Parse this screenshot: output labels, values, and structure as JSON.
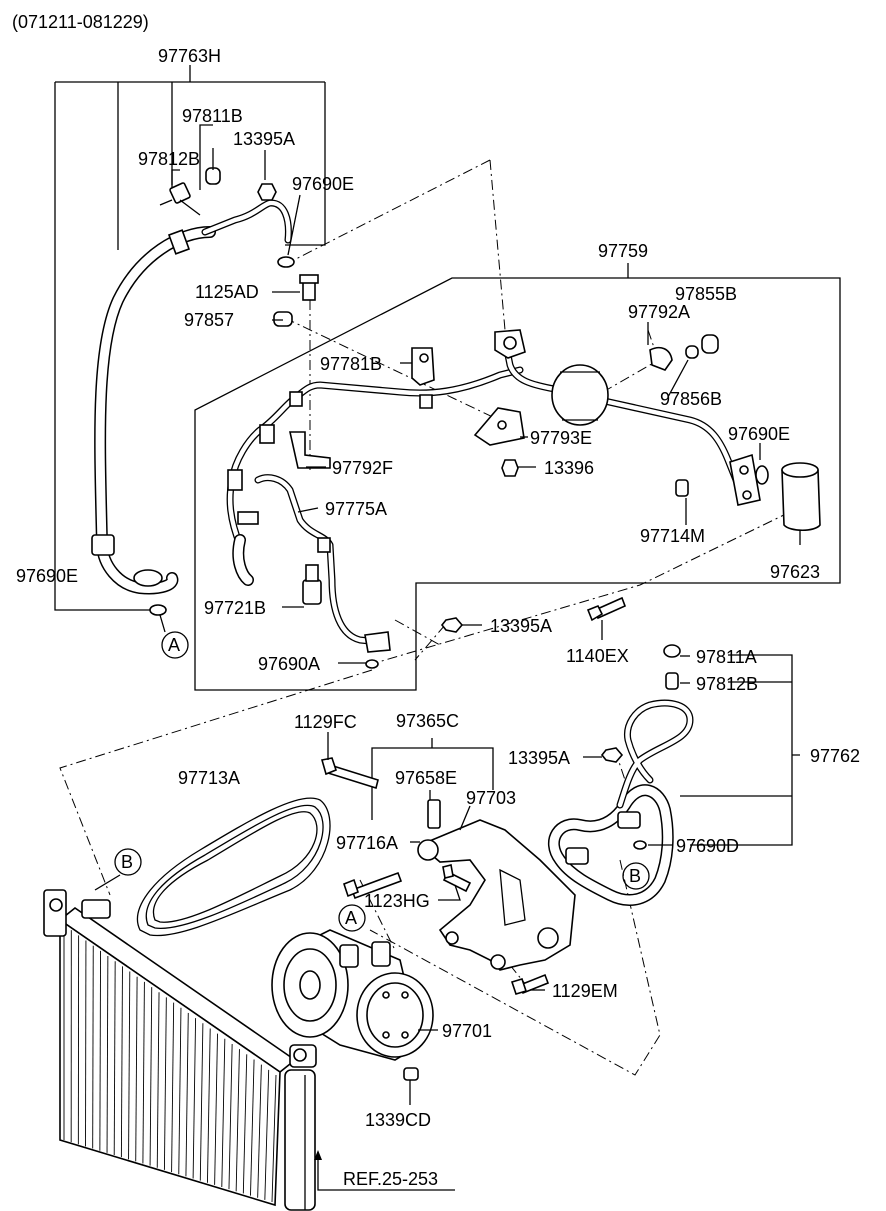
{
  "header": {
    "date_range": "(071211-081229)"
  },
  "reference": {
    "label": "REF.25-253"
  },
  "markers": {
    "a": "A",
    "b": "B"
  },
  "parts": {
    "p97763H": "97763H",
    "p97811B": "97811B",
    "p97812B_top": "97812B",
    "p13395A_top": "13395A",
    "p97690E_top": "97690E",
    "p97759": "97759",
    "p1125AD": "1125AD",
    "p97857": "97857",
    "p97855B": "97855B",
    "p97792A": "97792A",
    "p97781B": "97781B",
    "p97856B": "97856B",
    "p97793E": "97793E",
    "p97690E_right": "97690E",
    "p13396": "13396",
    "p97792F": "97792F",
    "p97714M": "97714M",
    "p97775A": "97775A",
    "p97690E_left": "97690E",
    "p97623": "97623",
    "p97721B": "97721B",
    "p13395A_mid": "13395A",
    "p97690A": "97690A",
    "p1140EX": "1140EX",
    "p97811A": "97811A",
    "p97812B_low": "97812B",
    "p1129FC": "1129FC",
    "p97365C": "97365C",
    "p13395A_low": "13395A",
    "p97762": "97762",
    "p97713A": "97713A",
    "p97658E": "97658E",
    "p97703": "97703",
    "p97716A": "97716A",
    "p97690D": "97690D",
    "p1123HG": "1123HG",
    "p1129EM": "1129EM",
    "p97701": "97701",
    "p1339CD": "1339CD"
  }
}
